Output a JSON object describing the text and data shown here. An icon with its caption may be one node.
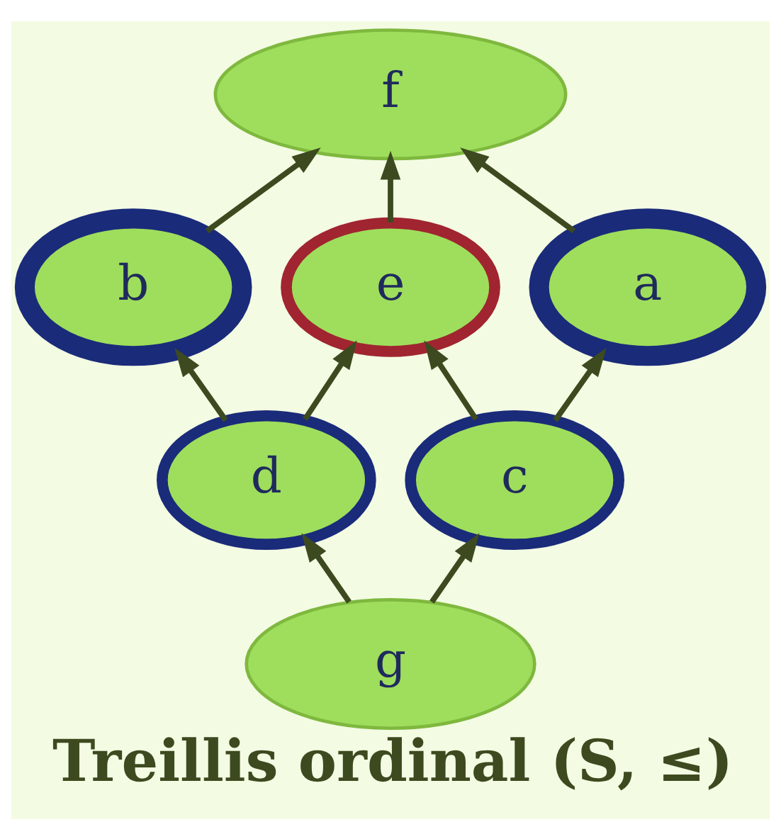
{
  "diagram": {
    "caption": "Treillis ordinal (S, ≤)",
    "nodes": [
      {
        "text": [
          "f"
        ]
      },
      {
        "text": [
          "b"
        ]
      },
      {
        "text": [
          "e"
        ]
      },
      {
        "text": [
          "a"
        ]
      },
      {
        "text": [
          "d"
        ]
      },
      {
        "text": [
          "c"
        ]
      },
      {
        "text": [
          "g"
        ]
      }
    ],
    "edges": [
      {
        "from": 6,
        "to": 4,
        "arrow": "to"
      },
      {
        "from": 6,
        "to": 5,
        "arrow": "to"
      },
      {
        "from": 4,
        "to": 1,
        "arrow": "to"
      },
      {
        "from": 4,
        "to": 2,
        "arrow": "to"
      },
      {
        "from": 5,
        "to": 2,
        "arrow": "to"
      },
      {
        "from": 5,
        "to": 3,
        "arrow": "to"
      },
      {
        "from": 1,
        "to": 0,
        "arrow": "to"
      },
      {
        "from": 2,
        "to": 0,
        "arrow": "to"
      },
      {
        "from": 3,
        "to": 0,
        "arrow": "to"
      }
    ]
  }
}
